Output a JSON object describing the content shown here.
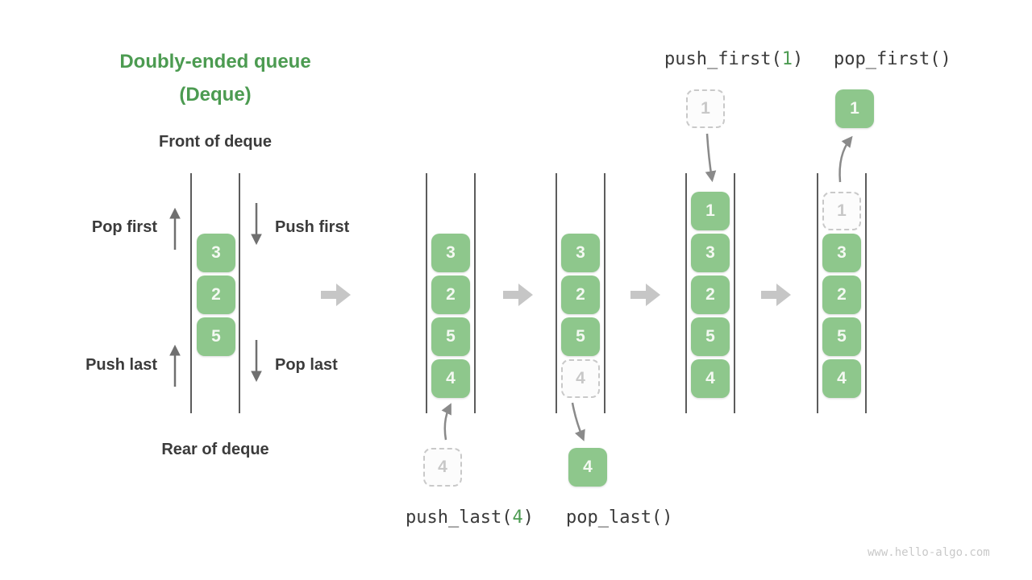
{
  "title": {
    "line1": "Doubly-ended queue",
    "line2": "(Deque)"
  },
  "deque_labels": {
    "front": "Front of deque",
    "rear": "Rear of deque",
    "pop_first": "Pop first",
    "push_first": "Push first",
    "push_last": "Push last",
    "pop_last": "Pop last"
  },
  "operations": {
    "push_first": {
      "prefix": "push_first(",
      "arg": "1",
      "suffix": ")"
    },
    "pop_first": {
      "label": "pop_first()"
    },
    "push_last": {
      "prefix": "push_last(",
      "arg": "4",
      "suffix": ")"
    },
    "pop_last": {
      "label": "pop_last()"
    }
  },
  "queues": {
    "demo": {
      "cells": [
        "3",
        "2",
        "5"
      ]
    },
    "state1": {
      "cells": [
        "3",
        "2",
        "5",
        "4"
      ],
      "incoming_value": "4"
    },
    "state2": {
      "cells": [
        "3",
        "2",
        "5"
      ],
      "ghost_value": "4",
      "popped_value": "4"
    },
    "state3": {
      "cells": [
        "1",
        "3",
        "2",
        "5",
        "4"
      ],
      "incoming_value": "1"
    },
    "state4": {
      "cells": [
        "3",
        "2",
        "5",
        "4"
      ],
      "ghost_value": "1",
      "popped_value": "1"
    }
  },
  "colors": {
    "accent_green": "#4c9b51",
    "cell_green": "#8ec78c",
    "small_arrow_gray": "#6f6f6f",
    "curve_arrow_gray": "#8a8a8a",
    "flow_arrow_gray": "#c6c6c6",
    "wall_gray": "#5c5c5c"
  },
  "watermark": "www.hello-algo.com"
}
